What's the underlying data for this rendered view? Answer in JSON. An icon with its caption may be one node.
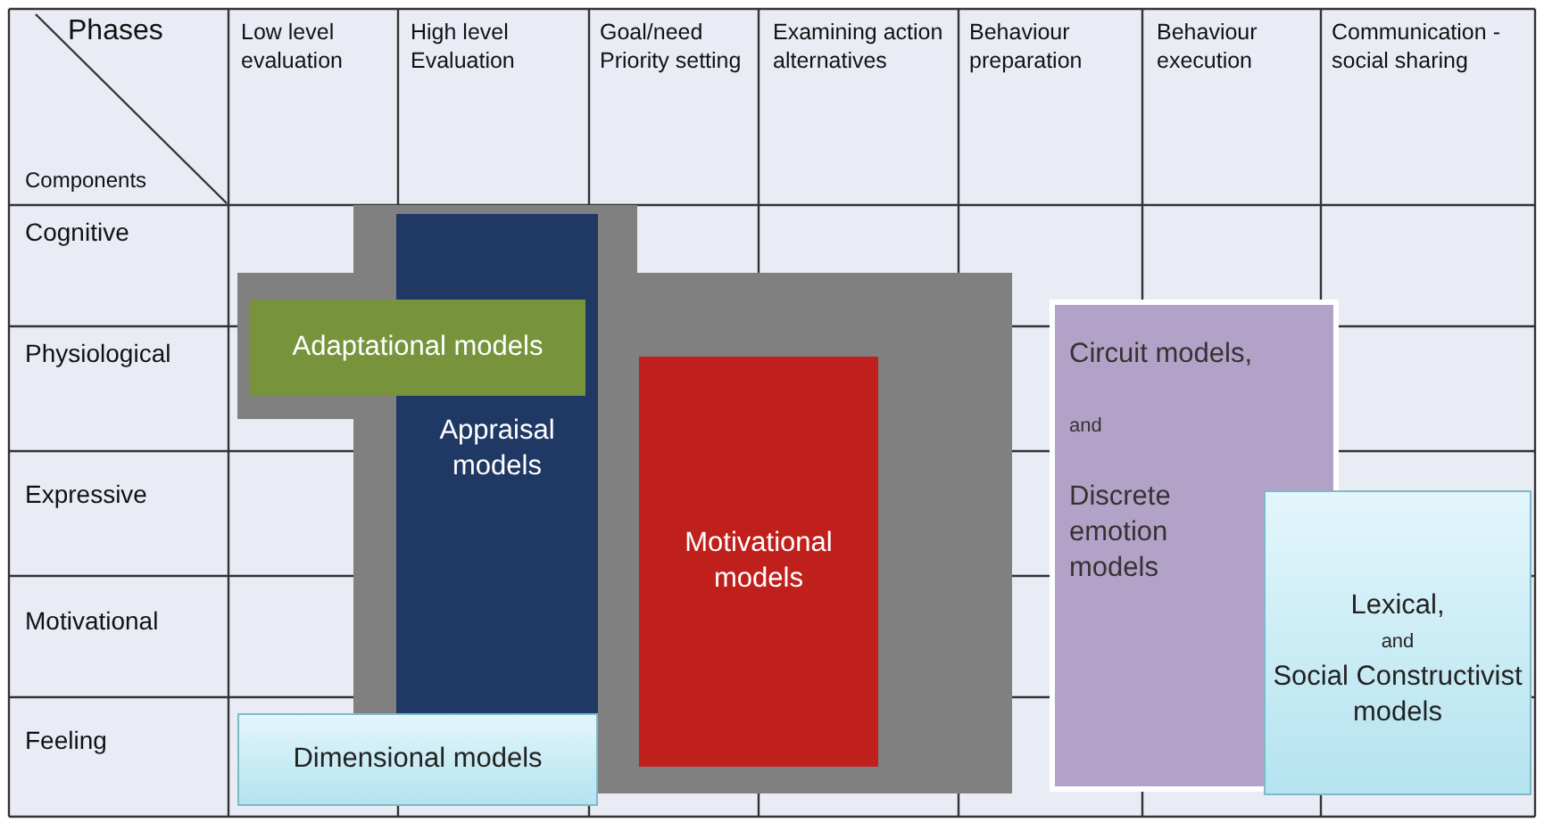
{
  "diagram": {
    "nodes": [
      {
        "text": [
          "Adaptational models"
        ]
      },
      {
        "text": [
          "Appraisal models"
        ]
      },
      {
        "text": [
          "Motivational models"
        ]
      },
      {
        "text": [
          "Circuit models,",
          "and",
          "Discrete emotion models"
        ]
      },
      {
        "text": [
          "Lexical,",
          "and",
          "Social Constructivist models"
        ]
      },
      {
        "text": [
          "Dimensional models"
        ]
      }
    ],
    "labels": [
      "Phases",
      "Low level evaluation",
      "High level Evaluation",
      "Goal/need Priority setting",
      "Examining action alternatives",
      "Behaviour preparation",
      "Behaviour execution",
      "Communication - social sharing",
      "Components",
      "Cognitive",
      "Physiological",
      "Expressive",
      "Motivational",
      "Feeling"
    ]
  }
}
